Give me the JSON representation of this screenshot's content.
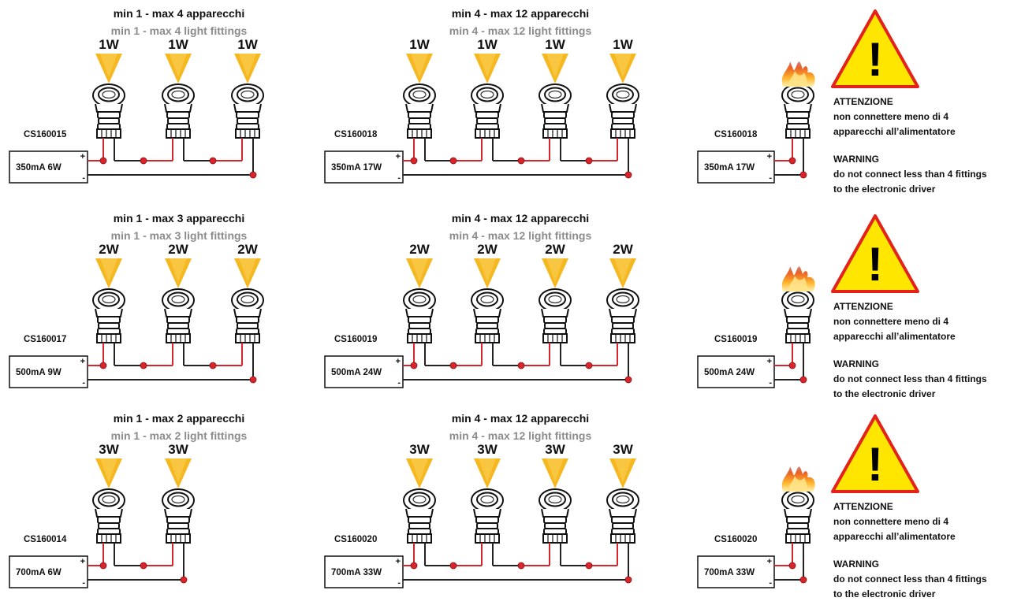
{
  "rows": [
    {
      "left": {
        "title_it": "min 1 - max 4 apparecchi",
        "title_en": "min 1 - max 4 light fittings",
        "watts": [
          "1W",
          "1W",
          "1W"
        ],
        "code": "CS160015",
        "driver": "350mA 6W"
      },
      "mid": {
        "title_it": "min 4 - max 12 apparecchi",
        "title_en": "min 4 - max 12 light fittings",
        "watts": [
          "1W",
          "1W",
          "1W",
          "1W"
        ],
        "code": "CS160018",
        "driver": "350mA 17W"
      },
      "right": {
        "code": "CS160018",
        "driver": "350mA 17W"
      }
    },
    {
      "left": {
        "title_it": "min 1 - max 3 apparecchi",
        "title_en": "min 1 - max 3 light fittings",
        "watts": [
          "2W",
          "2W",
          "2W"
        ],
        "code": "CS160017",
        "driver": "500mA 9W"
      },
      "mid": {
        "title_it": "min 4 - max 12 apparecchi",
        "title_en": "min 4 - max 12 light fittings",
        "watts": [
          "2W",
          "2W",
          "2W",
          "2W"
        ],
        "code": "CS160019",
        "driver": "500mA 24W"
      },
      "right": {
        "code": "CS160019",
        "driver": "500mA 24W"
      }
    },
    {
      "left": {
        "title_it": "min 1 - max 2 apparecchi",
        "title_en": "min 1 - max 2 light fittings",
        "watts": [
          "3W",
          "3W"
        ],
        "code": "CS160014",
        "driver": "700mA 6W"
      },
      "mid": {
        "title_it": "min 4 - max 12 apparecchi",
        "title_en": "min 4 - max 12 light fittings",
        "watts": [
          "3W",
          "3W",
          "3W",
          "3W"
        ],
        "code": "CS160020",
        "driver": "700mA 33W"
      },
      "right": {
        "code": "CS160020",
        "driver": "700mA 33W"
      }
    }
  ],
  "polarity": {
    "plus": "+",
    "minus": "-"
  },
  "warning": {
    "attention": "ATTENZIONE",
    "it_line1": "non connettere meno di 4",
    "it_line2": "apparecchi all’alimentatore",
    "heading": "WARNING",
    "en_line1": "do not connect less than 4 fittings",
    "en_line2": "to the electronic driver",
    "symbol": "!"
  },
  "icons": {
    "light": "downlight-fixture-icon",
    "beam": "light-beam-icon",
    "fire": "flame-icon",
    "warning": "warning-triangle-icon"
  },
  "colors": {
    "beam": "#f6b821",
    "wire_positive": "#d7262b",
    "wire_negative": "#222222",
    "warning_fill": "#ffe600",
    "warning_border": "#e32219",
    "muted_text": "#8c8c8c"
  }
}
